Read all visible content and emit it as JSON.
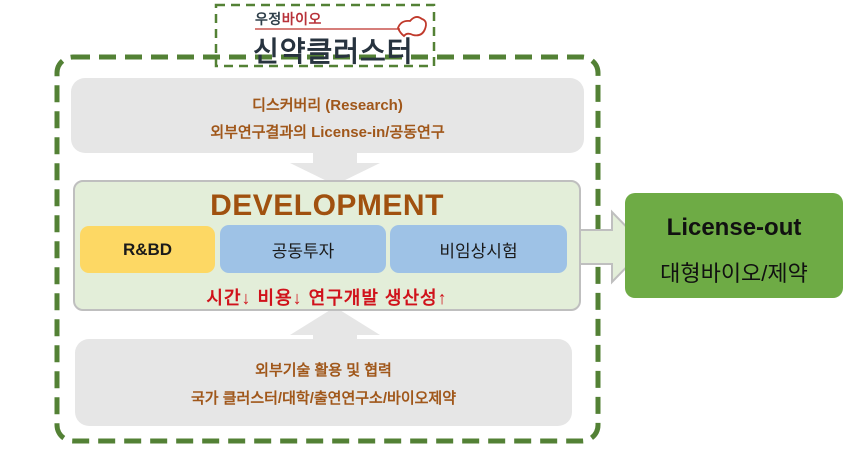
{
  "colors": {
    "dashed_border": "#538135",
    "gray_box": "#e6e6e6",
    "brown_text": "#a0571a",
    "development_fill": "#e3eed9",
    "development_title": "#a0510f",
    "rbd_fill": "#fdd864",
    "blue_fill": "#9ec2e6",
    "benefit_red": "#d0121b",
    "license_green": "#6eab45"
  },
  "logo": {
    "brand_prefix": "우정",
    "brand_suffix": "바이오",
    "title": "신약클러스터"
  },
  "discovery": {
    "line1": "디스커버리  (Research)",
    "line2": "외부연구결과의  License-in/공동연구"
  },
  "development": {
    "title": "DEVELOPMENT",
    "chips": [
      {
        "label": "R&BD"
      },
      {
        "label": "공동투자"
      },
      {
        "label": "비임상시험"
      }
    ],
    "benefits": "시간↓  비용↓  연구개발  생산성↑"
  },
  "external": {
    "line1": "외부기술  활용  및  협력",
    "line2": "국가  클러스터/대학/출연연구소/바이오제약"
  },
  "license_out": {
    "title": "License-out",
    "subtitle": "대형바이오/제약"
  }
}
